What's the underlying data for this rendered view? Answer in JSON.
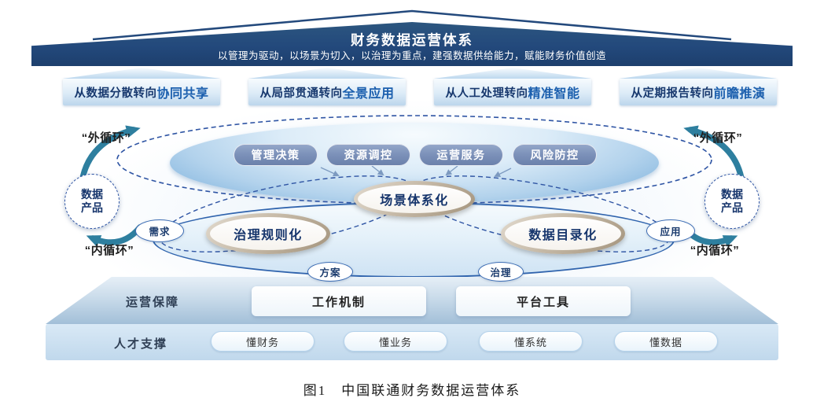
{
  "banner": {
    "title": "财务数据运营体系",
    "subtitle": "以管理为驱动，以场景为切入，以治理为重点，建强数据供给能力，赋能财务价值创造"
  },
  "transformations": [
    {
      "prefix": "从数据分散转向",
      "highlight": "协同共享"
    },
    {
      "prefix": "从局部贯通转向",
      "highlight": "全景应用"
    },
    {
      "prefix": "从人工处理转向",
      "highlight": "精准智能"
    },
    {
      "prefix": "从定期报告转向",
      "highlight": "前瞻推演"
    }
  ],
  "scenario_layer": {
    "pills": [
      "管理决策",
      "资源调控",
      "运营服务",
      "风险防控"
    ]
  },
  "core_nodes": {
    "scenario": "场景体系化",
    "governance_rules": "治理规则化",
    "data_catalog": "数据目录化"
  },
  "connector_labels": {
    "demand": "需求",
    "application": "应用",
    "plan": "方案",
    "governance": "治理"
  },
  "left_cycle": {
    "outer": "“外循环”",
    "inner": "“内循环”",
    "node": "数据产品"
  },
  "right_cycle": {
    "outer": "“外循环”",
    "inner": "“内循环”",
    "node": "数据产品"
  },
  "support_layer": {
    "label": "运营保障",
    "items": [
      "工作机制",
      "平台工具"
    ]
  },
  "talent_layer": {
    "label": "人才支撑",
    "items": [
      "懂财务",
      "懂业务",
      "懂系统",
      "懂数据"
    ]
  },
  "caption": "图1　中国联通财务数据运营体系",
  "colors": {
    "banner_navy": "#23497c",
    "highlight_blue": "#1b5fae",
    "pill_blue": "#7d92ba",
    "ring_tan": "#b9ab96",
    "ellipse_border_blue": "#2f63ad",
    "dashed_blue": "#2f55a4",
    "cycle_teal": "#2e7f9f"
  }
}
